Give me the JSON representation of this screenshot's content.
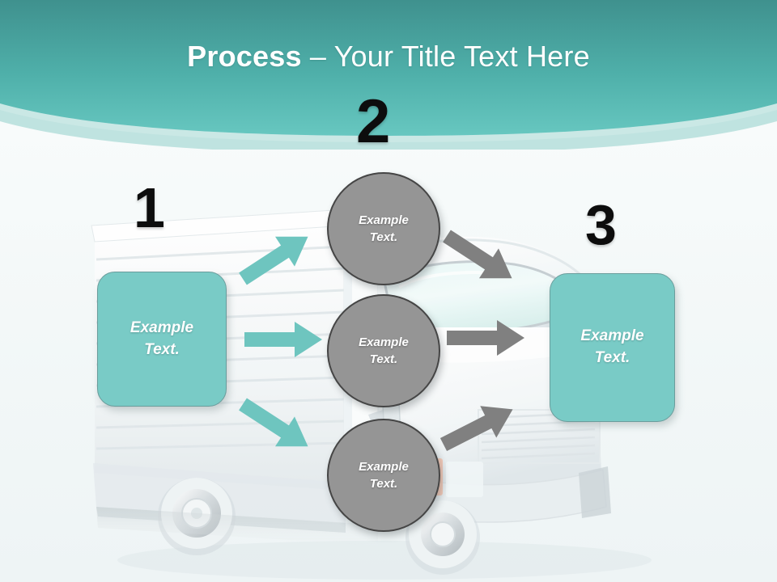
{
  "slide": {
    "title": {
      "bold_part": "Process",
      "rest": " – Your Title Text Here"
    },
    "background_graphic": "delivery-truck-illustration",
    "colors": {
      "header_top": "#3f918e",
      "header_bottom": "#63c2bc",
      "header_band_light": "#bfe3e0",
      "accent_teal": "#79cbc6",
      "box_border": "#6a9d9c",
      "circle_fill": "#959595",
      "circle_border": "#454545",
      "arrow_teal": "#6ec5bf",
      "arrow_gray": "#808080",
      "number_color": "#0d0d0d",
      "page_background": "#f4f8f8",
      "title_color": "#ffffff"
    }
  },
  "steps": [
    {
      "number": "1",
      "shape": "rounded-box",
      "label_line1": "Example",
      "label_line2": "Text."
    },
    {
      "number": "2",
      "shape": "circles",
      "items": [
        {
          "label_line1": "Example",
          "label_line2": "Text."
        },
        {
          "label_line1": "Example",
          "label_line2": "Text."
        },
        {
          "label_line1": "Example",
          "label_line2": "Text."
        }
      ]
    },
    {
      "number": "3",
      "shape": "rounded-box",
      "label_line1": "Example",
      "label_line2": "Text."
    }
  ],
  "connectors": {
    "teal_arrows": [
      {
        "name": "arrow-up-right",
        "direction": "up-right"
      },
      {
        "name": "arrow-right",
        "direction": "right"
      },
      {
        "name": "arrow-down-right",
        "direction": "down-right"
      }
    ],
    "gray_arrows": [
      {
        "name": "arrow-down-right",
        "direction": "down-right"
      },
      {
        "name": "arrow-right",
        "direction": "right"
      },
      {
        "name": "arrow-up-right",
        "direction": "up-right"
      }
    ]
  }
}
